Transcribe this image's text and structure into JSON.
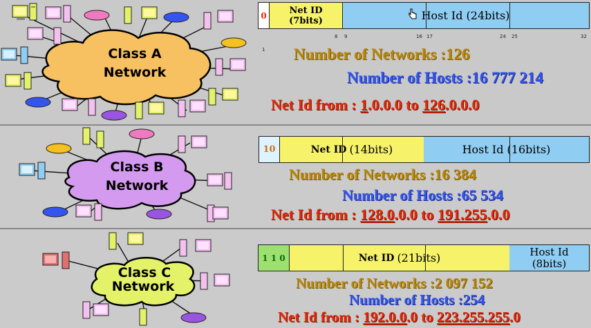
{
  "classA": {
    "cloud_line1": "Class A",
    "cloud_line2": "Network",
    "prefix": "0",
    "net_id_label": "Net ID",
    "net_id_bits": "(7bits)",
    "host_label": "Host Id (24bits)",
    "ticks": [
      "1",
      "8",
      "9",
      "16",
      "17",
      "24",
      "25",
      "32"
    ],
    "networks": "Number of Networks :126",
    "hosts": "Number of Hosts :16 777 214",
    "range_prefix": "Net Id from : ",
    "range_start_ul": "1",
    "range_start_rest": ".0.0.0 to ",
    "range_end_ul": "126",
    "range_end_rest": ".0.0.0"
  },
  "classB": {
    "cloud_line1": "Class B",
    "cloud_line2": "Network",
    "prefix": "10",
    "net_id_label": "Net ID",
    "net_id_bits": "(14bits)",
    "host_label": "Host Id (16bits)",
    "networks": "Number of Networks :16 384",
    "hosts": "Number of Hosts :65 534",
    "range_prefix": "Net Id from : ",
    "range_start_ul": "128.0",
    "range_start_rest": ".0.0 to ",
    "range_end_ul": "191.255",
    "range_end_rest": ".0.0"
  },
  "classC": {
    "cloud_line1": "Class C",
    "cloud_line2": "Network",
    "prefix": "1 1 0",
    "net_id_label": "Net ID",
    "net_id_bits": "(21bits)",
    "host_label_1": "Host Id",
    "host_label_2": "(8bits)",
    "networks": "Number of Networks :2 097 152",
    "hosts": "Number of Hosts :254",
    "range_prefix": "Net Id from : ",
    "range_start_ul": "192.0.0",
    "range_start_rest": ".0 to ",
    "range_end_ul": "223.255.255",
    "range_end_rest": ".0"
  },
  "colors": {
    "cloudA": "#f7c060",
    "cloudB": "#d49af0",
    "cloudC": "#e4f26a",
    "netid": "#f6f26a",
    "host": "#8fcdf2",
    "gold": "#b8860b",
    "blue": "#3355ee",
    "red": "#e02a0a"
  },
  "icons": [
    "computer-icon",
    "router-icon",
    "server-icon",
    "cursor-hand-icon"
  ]
}
